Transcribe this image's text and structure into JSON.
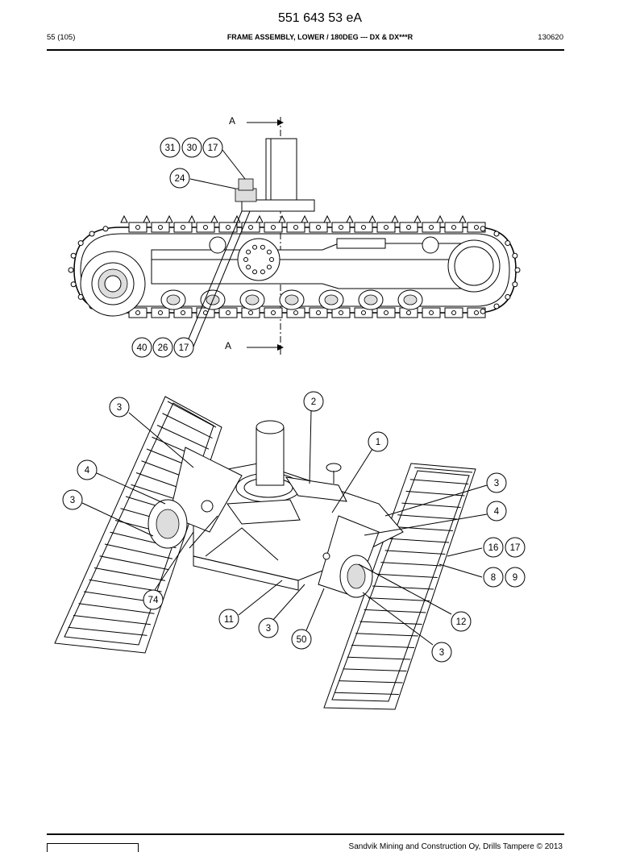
{
  "header": {
    "doc_number": "551 643 53 eA",
    "page": "55 (105)",
    "title": "FRAME ASSEMBLY, LOWER / 180DEG --- DX & DX***R",
    "date": "130620"
  },
  "side_view": {
    "section_label_top": "A",
    "section_label_bottom": "A",
    "callouts": [
      "31",
      "30",
      "17",
      "24",
      "40",
      "26",
      "17"
    ]
  },
  "iso_view": {
    "callouts": [
      "3",
      "2",
      "1",
      "4",
      "3",
      "3",
      "4",
      "16",
      "17",
      "8",
      "9",
      "74",
      "11",
      "3",
      "50",
      "12",
      "3"
    ]
  },
  "footer": {
    "text": "Sandvik Mining and Construction Oy, Drills Tampere © 2013"
  }
}
